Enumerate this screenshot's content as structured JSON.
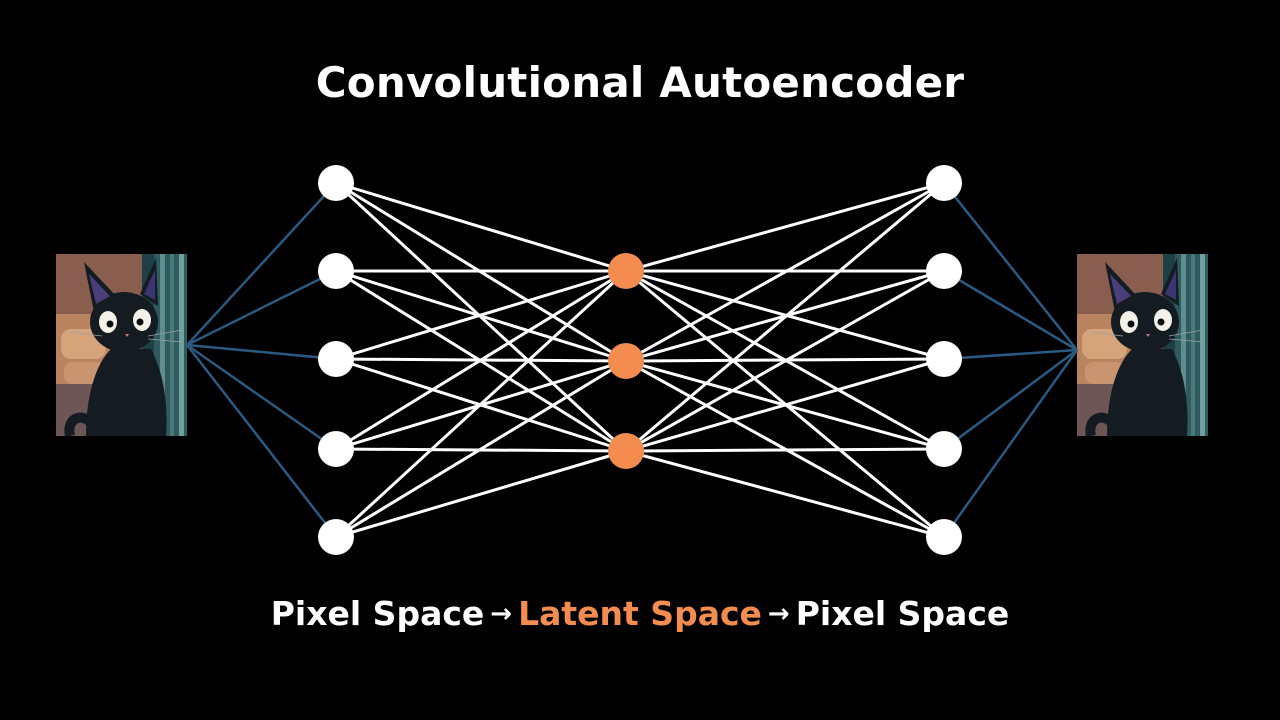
{
  "title": "Convolutional Autoencoder",
  "caption": {
    "part1": "Pixel Space",
    "arrow1": "→",
    "part2": "Latent Space",
    "arrow2": "→",
    "part3": "Pixel Space"
  },
  "colors": {
    "background": "#000000",
    "node": "#ffffff",
    "latent_node": "#f48c50",
    "edge": "#ffffff",
    "image_edge": "#2a5a82"
  },
  "network": {
    "input_nodes": 5,
    "latent_nodes": 3,
    "output_nodes": 5
  },
  "images": {
    "input": "black-cat-image",
    "output": "black-cat-image-reconstructed"
  }
}
